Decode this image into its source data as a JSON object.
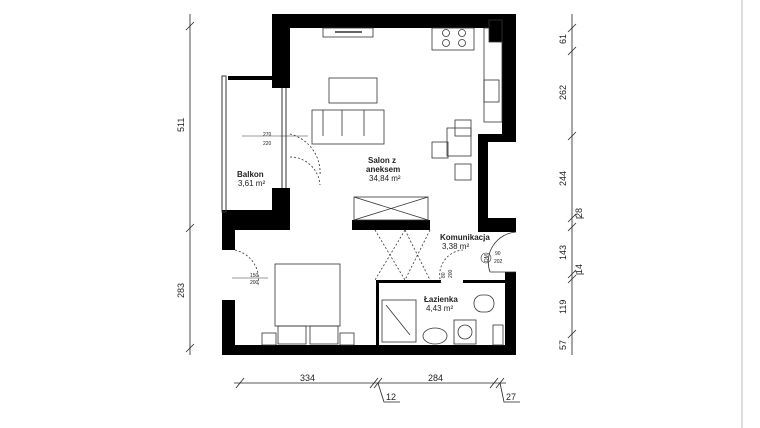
{
  "rooms": [
    {
      "name": "Salon z",
      "name2": "aneksem",
      "area": "34,84 m²"
    },
    {
      "name": "Balkon",
      "area": "3,61 m²"
    },
    {
      "name": "Komunikacja",
      "area": "3,38 m²"
    },
    {
      "name": "Łazienka",
      "area": "4,43 m²"
    }
  ],
  "doors": {
    "balcony_top": "270",
    "balcony_bottom": "220",
    "bedroom_top": "150",
    "bedroom_bottom": "200",
    "bath_top": "80",
    "bath_bottom": "200",
    "entry_top": "90",
    "entry_bottom": "202",
    "entry_tag": "DM"
  },
  "dimensions": {
    "left": [
      "511",
      "283"
    ],
    "right": [
      "61",
      "262",
      "244",
      "28",
      "143",
      "14",
      "119",
      "57"
    ],
    "bottom": [
      "334",
      "284",
      "12",
      "27"
    ]
  },
  "colors": {
    "wall": "#000000",
    "line": "#333333"
  }
}
